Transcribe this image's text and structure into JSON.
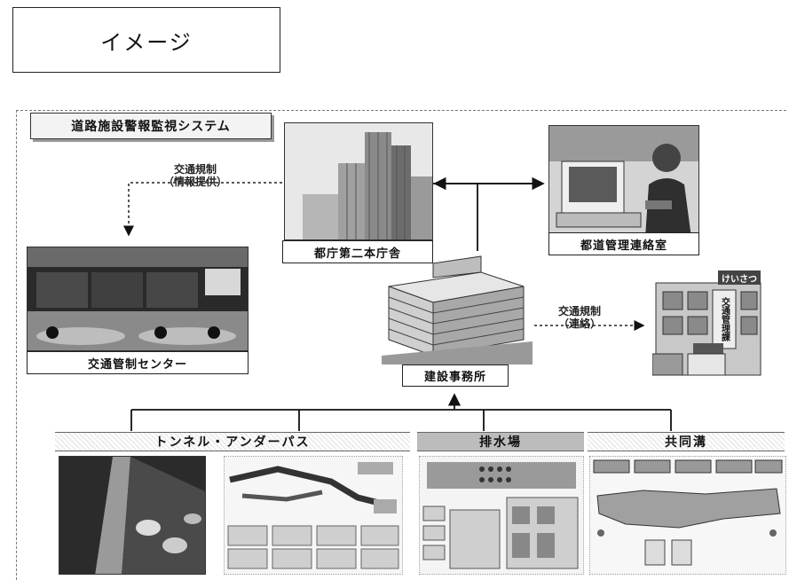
{
  "title": "イメージ",
  "system_label": "道路施設警報監視システム",
  "nodes": {
    "tocho": "都庁第二本庁舎",
    "road_office": "都道管理連絡室",
    "traffic_center": "交通管制センター",
    "construction_office": "建設事務所",
    "police_sign": "けいさつ",
    "police_building_text": "交通管理課"
  },
  "flows": {
    "left_line1": "交通規制",
    "left_line2": "（情報提供）",
    "right_line1": "交通規制",
    "right_line2": "（連絡）"
  },
  "facilities": {
    "tunnel": "トンネル・アンダーパス",
    "pump": "排水場",
    "common_duct": "共同溝"
  },
  "colors": {
    "line": "#111111",
    "frame": "#777777",
    "panel_gray": "#cfcfcf"
  }
}
